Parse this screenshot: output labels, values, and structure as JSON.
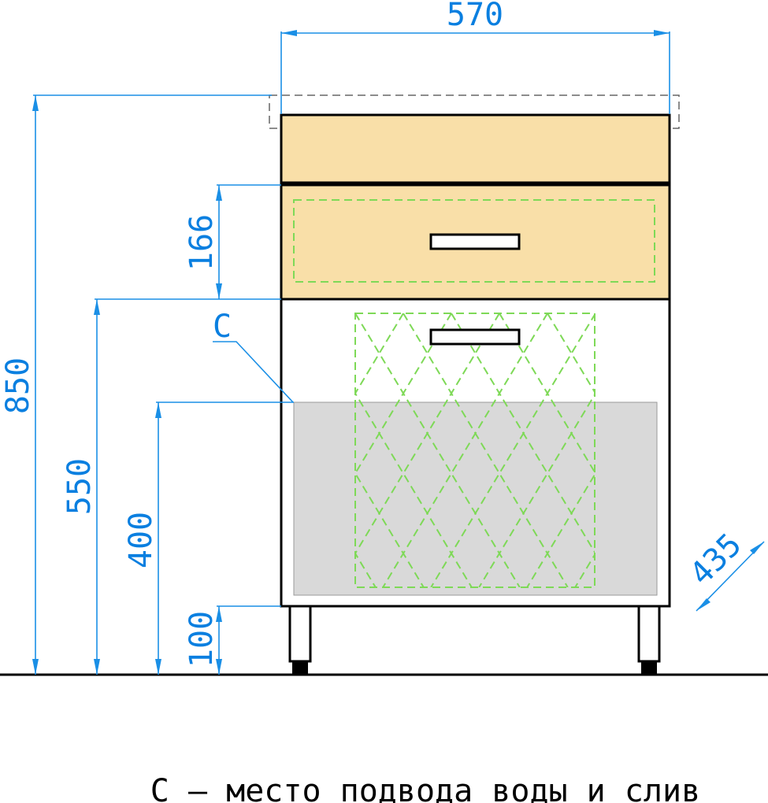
{
  "dimensions": {
    "width": "570",
    "height_total": "850",
    "drawer_height": "166",
    "drawer_top_height": "550",
    "opening_height": "400",
    "leg_height": "100",
    "depth": "435"
  },
  "callout_label": "C",
  "legend": "С – место подвода воды и слив",
  "colors": {
    "dimension": "#1a8fe6",
    "wood": "#f9dfa8",
    "hidden_line": "#7ed957",
    "opening": "#d9d9d9",
    "outline": "#000000"
  }
}
